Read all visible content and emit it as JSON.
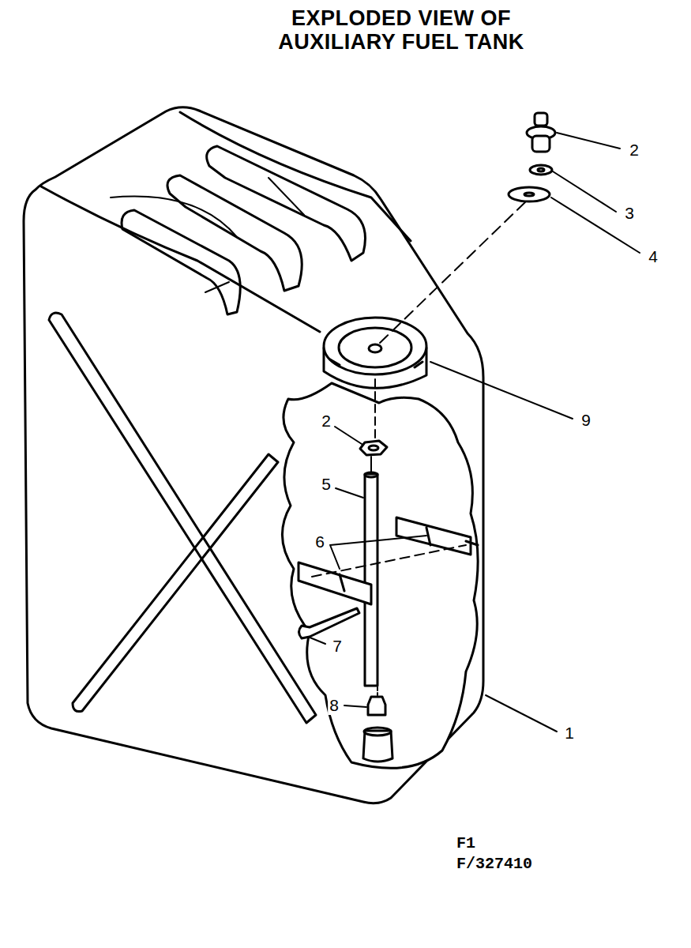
{
  "diagram": {
    "title": "EXPLODED VIEW OF AUXILIARY FUEL TANK",
    "labels": [
      "2",
      "3",
      "4",
      "9",
      "2",
      "5",
      "6",
      "7",
      "8",
      "1",
      "F1",
      "F/327410"
    ]
  }
}
